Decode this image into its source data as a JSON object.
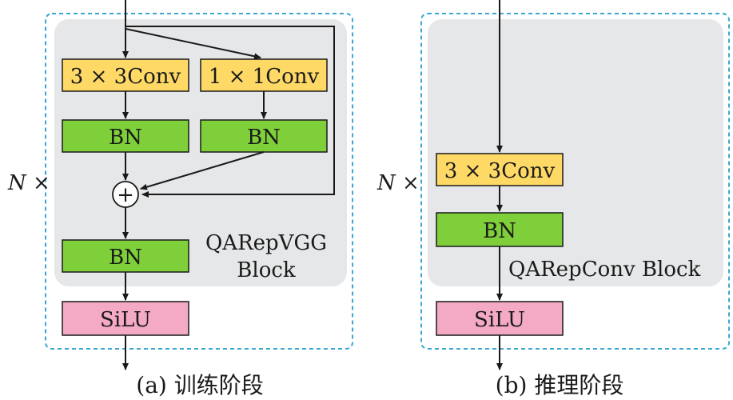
{
  "panel_a": {
    "conv3_label": "3 × 3Conv",
    "conv1_label": "1 × 1Conv",
    "bn_left_label": "BN",
    "bn_right_label": "BN",
    "sum_symbol": "+",
    "bn_merge_label": "BN",
    "block_name_line1": "QARepVGG",
    "block_name_line2": "Block",
    "silu_label": "SiLU",
    "repeat_label": "N ×",
    "caption": "(a) 训练阶段"
  },
  "panel_b": {
    "conv3_label": "3 × 3Conv",
    "bn_label": "BN",
    "block_name": "QARepConv Block",
    "silu_label": "SiLU",
    "repeat_label": "N ×",
    "caption": "(b) 推理阶段"
  },
  "colors": {
    "conv_fill": "#ffd966",
    "bn_fill": "#7fcf3a",
    "silu_fill": "#f4a9c4",
    "block_bg": "#e6e7e8",
    "dashed_border": "#3aa7d6",
    "stroke": "#1a1a1a"
  }
}
